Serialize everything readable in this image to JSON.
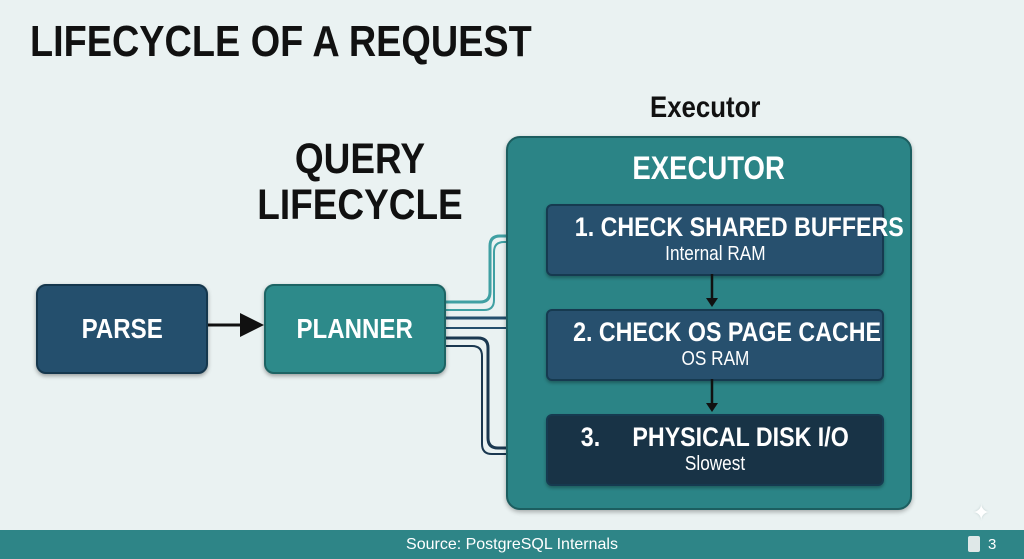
{
  "title": "LIFECYCLE OF A REQUEST",
  "section_title": [
    "QUERY",
    "LIFECYCLE"
  ],
  "nodes": {
    "parse": "PARSE",
    "planner": "PLANNER"
  },
  "executor": {
    "caption": "Executor",
    "header": "EXECUTOR",
    "steps": [
      {
        "title": "1. CHECK SHARED BUFFERS",
        "subtitle": "Internal RAM"
      },
      {
        "title": "2. CHECK OS PAGE CACHE",
        "subtitle": "OS RAM"
      },
      {
        "title": "3.     PHYSICAL DISK I/O",
        "subtitle": "Slowest"
      }
    ]
  },
  "footer": {
    "source": "Source: PostgreSQL Internals",
    "page_number": "3"
  },
  "colors": {
    "background": "#eaf2f2",
    "parse": "#244f6d",
    "planner": "#2d8a8a",
    "executor_panel": "#2b8486",
    "step_box": "#27506e",
    "step_box_dark": "#183346",
    "footer": "#2e8587"
  },
  "icons": [
    "page-icon",
    "sparkle-icon"
  ]
}
